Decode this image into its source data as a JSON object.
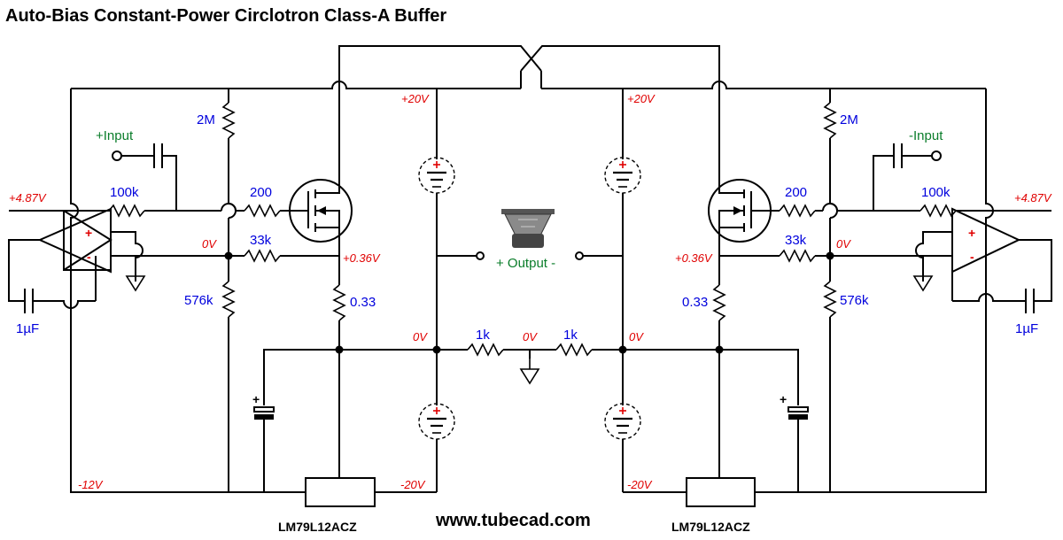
{
  "title": "Auto-Bias Constant-Power Circlotron Class-A Buffer",
  "footer": "www.tubecad.com",
  "inputs": {
    "left": "+Input",
    "right": "-Input"
  },
  "output_label": "+ Output -",
  "components": {
    "r_2m": "2M",
    "r_100k": "100k",
    "r_200": "200",
    "r_33k": "33k",
    "r_576k": "576k",
    "r_033": "0.33",
    "r_1k": "1k",
    "c_1uf": "1µF"
  },
  "voltages": {
    "v_pos20": "+20V",
    "v_neg20": "-20V",
    "v_pos487": "+4.87V",
    "v_0": "0V",
    "v_pos036": "+0.36V",
    "v_neg12": "-12V"
  },
  "regulator": "LM79L12ACZ",
  "opamp_signs": {
    "plus": "+",
    "minus": "-"
  },
  "cap_plus": "+"
}
